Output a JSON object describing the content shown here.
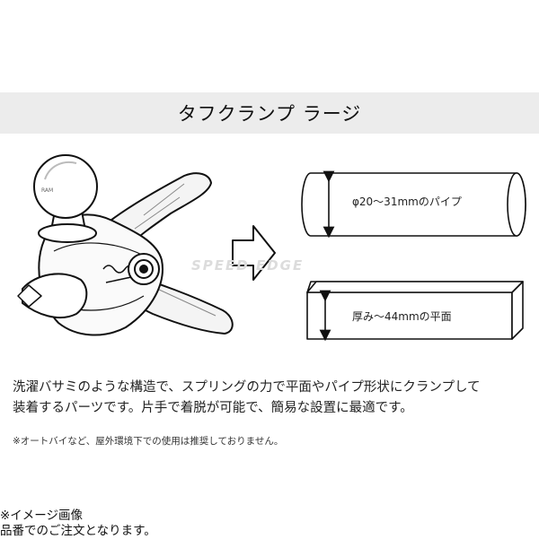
{
  "title": "タフクランプ ラージ",
  "watermark": "SPEED EDGE",
  "pipe": {
    "label": "φ20～31mmのパイプ"
  },
  "flat": {
    "label": "厚み～44mmの平面"
  },
  "description": {
    "line1": "洗濯バサミのような構造で、スプリングの力で平面やパイプ形状にクランプして",
    "line2": "装着するパーツです。片手で着脱が可能で、簡易な設置に最適です。"
  },
  "note": "※オートバイなど、屋外環境下での使用は推奨しておりません。",
  "footer": {
    "line1": "※イメージ画像",
    "line2": "品番でのご注文となります。"
  },
  "icons": [
    "clamp-illustration",
    "right-arrow-icon",
    "pipe-diagram",
    "flat-board-diagram"
  ]
}
